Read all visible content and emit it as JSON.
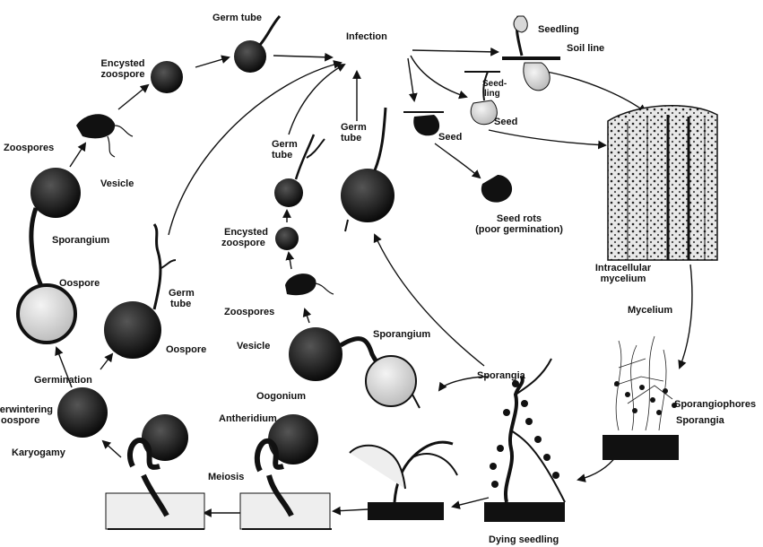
{
  "labels": {
    "germ_tube_top": "Germ tube",
    "infection": "Infection",
    "seedling": "Seedling",
    "soil_line": "Soil line",
    "encysted_zoospore_top_1": "Encysted",
    "encysted_zoospore_top_2": "zoospore",
    "seed_ling_1": "Seed-",
    "seed_ling_2": "ling",
    "seed_left": "Seed",
    "seed_right": "Seed",
    "zoospores_left": "Zoospores",
    "vesicle_left": "Vesicle",
    "germ_tube_mid_1": "Germ",
    "germ_tube_mid_2": "tube",
    "germ_tube_center_1": "Germ",
    "germ_tube_center_2": "tube",
    "seed_rots_1": "Seed rots",
    "seed_rots_2": "(poor germination)",
    "sporangium_left": "Sporangium",
    "encysted_zoospore_mid_1": "Encysted",
    "encysted_zoospore_mid_2": "zoospore",
    "intracellular_1": "Intracellular",
    "intracellular_2": "mycelium",
    "oospore_left": "Oospore",
    "germ_tube_oospore_1": "Germ",
    "germ_tube_oospore_2": "tube",
    "zoospores_mid": "Zoospores",
    "mycelium": "Mycelium",
    "vesicle_mid": "Vesicle",
    "sporangium_mid": "Sporangium",
    "oospore_mid": "Oospore",
    "germination": "Germination",
    "sporangia_center": "Sporangia",
    "sporangiophores": "Sporangiophores",
    "sporangia_right": "Sporangia",
    "oogonium": "Oogonium",
    "overwintering_1": "Overwintering",
    "overwintering_2": "oospore",
    "antheridium": "Antheridium",
    "karyogamy": "Karyogamy",
    "meiosis": "Meiosis",
    "dying_seedling": "Dying seedling"
  },
  "colors": {
    "ink": "#111111",
    "dark_body": "#1a1a1a",
    "light_body": "#d9d9d9"
  }
}
